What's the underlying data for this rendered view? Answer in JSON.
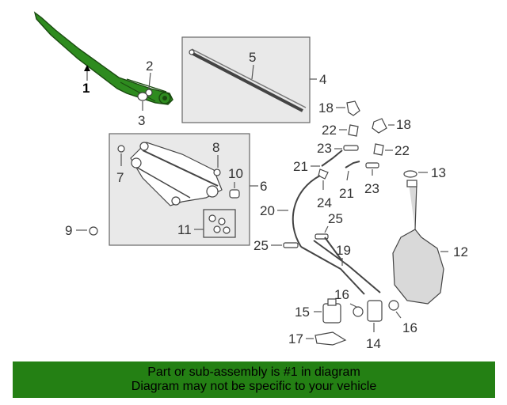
{
  "diagram": {
    "callouts": {
      "c1": "1",
      "c2": "2",
      "c3": "3",
      "c4": "4",
      "c5": "5",
      "c6": "6",
      "c7": "7",
      "c8": "8",
      "c9": "9",
      "c10": "10",
      "c11": "11",
      "c12": "12",
      "c13": "13",
      "c14": "14",
      "c15": "15",
      "c16a": "16",
      "c16b": "16",
      "c17": "17",
      "c18a": "18",
      "c18b": "18",
      "c19": "19",
      "c20": "20",
      "c21a": "21",
      "c21b": "21",
      "c22a": "22",
      "c22b": "22",
      "c23a": "23",
      "c23b": "23",
      "c24": "24",
      "c25a": "25",
      "c25b": "25"
    },
    "highlighted_part": "1",
    "highlight_color": "#2e8b1f"
  },
  "banner": {
    "line1": "Part or sub-assembly is #1 in diagram",
    "line2": "Diagram may not be specific to your vehicle",
    "background": "#248014"
  }
}
